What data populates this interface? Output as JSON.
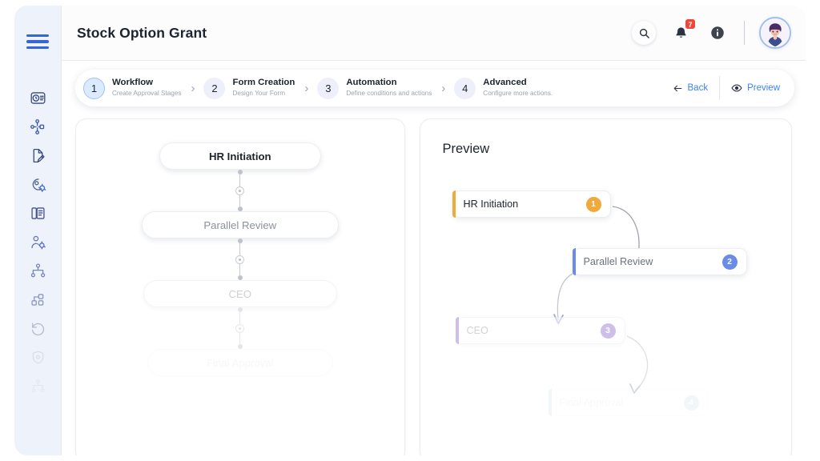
{
  "app": {
    "page_title": "Stock Option Grant"
  },
  "sidebar": {
    "menu_icon": "hamburger-menu-icon",
    "items": [
      {
        "icon": "clock-history-icon",
        "name": "sidebar-item-time-tracking"
      },
      {
        "icon": "org-nodes-icon",
        "name": "sidebar-item-workflow"
      },
      {
        "icon": "file-edit-icon",
        "name": "sidebar-item-documents"
      },
      {
        "icon": "user-settings-icon",
        "name": "sidebar-item-profile-settings"
      },
      {
        "icon": "copy-stack-icon",
        "name": "sidebar-item-templates"
      },
      {
        "icon": "person-gear-icon",
        "name": "sidebar-item-people"
      },
      {
        "icon": "hierarchy-icon",
        "name": "sidebar-item-org-chart"
      },
      {
        "icon": "blocks-icon",
        "name": "sidebar-item-modules"
      },
      {
        "icon": "history-undo-icon",
        "name": "sidebar-item-history"
      },
      {
        "icon": "shield-dim-icon",
        "name": "sidebar-item-security"
      },
      {
        "icon": "network-dim-icon",
        "name": "sidebar-item-integrations"
      }
    ]
  },
  "topbar": {
    "search_icon": "search-icon",
    "notifications": {
      "icon": "bell-icon",
      "badge_count": "7"
    },
    "info_icon": "info-circle-icon",
    "avatar": "user-avatar"
  },
  "stepper": {
    "steps": [
      {
        "number": "1",
        "title": "Workflow",
        "subtitle": "Create Approval Stages",
        "active": true
      },
      {
        "number": "2",
        "title": "Form Creation",
        "subtitle": "Design Your Form",
        "active": false
      },
      {
        "number": "3",
        "title": "Automation",
        "subtitle": "Define conditions and actions",
        "active": false
      },
      {
        "number": "4",
        "title": "Advanced",
        "subtitle": "Configure more actions.",
        "active": false
      }
    ],
    "chevron": "›",
    "back_label": "Back",
    "back_icon": "arrow-left-icon",
    "preview_label": "Preview",
    "preview_icon": "eye-icon"
  },
  "builder": {
    "nodes": [
      {
        "label": "HR Initiation"
      },
      {
        "label": "Parallel Review"
      },
      {
        "label": "CEO"
      },
      {
        "label": "Final Approval"
      }
    ]
  },
  "preview": {
    "title": "Preview",
    "nodes": [
      {
        "label": "HR Initiation",
        "badge": "1",
        "color": "#f0a93b"
      },
      {
        "label": "Parallel Review",
        "badge": "2",
        "color": "#6a8ce8"
      },
      {
        "label": "CEO",
        "badge": "3",
        "color": "#a78bd6"
      },
      {
        "label": "Final Approval",
        "badge": "4",
        "color": "#7fb5c9"
      }
    ]
  },
  "colors": {
    "accent_blue": "#3b82f6",
    "sidebar_bg": "#eef2fb",
    "badge_red": "#f0453a"
  }
}
